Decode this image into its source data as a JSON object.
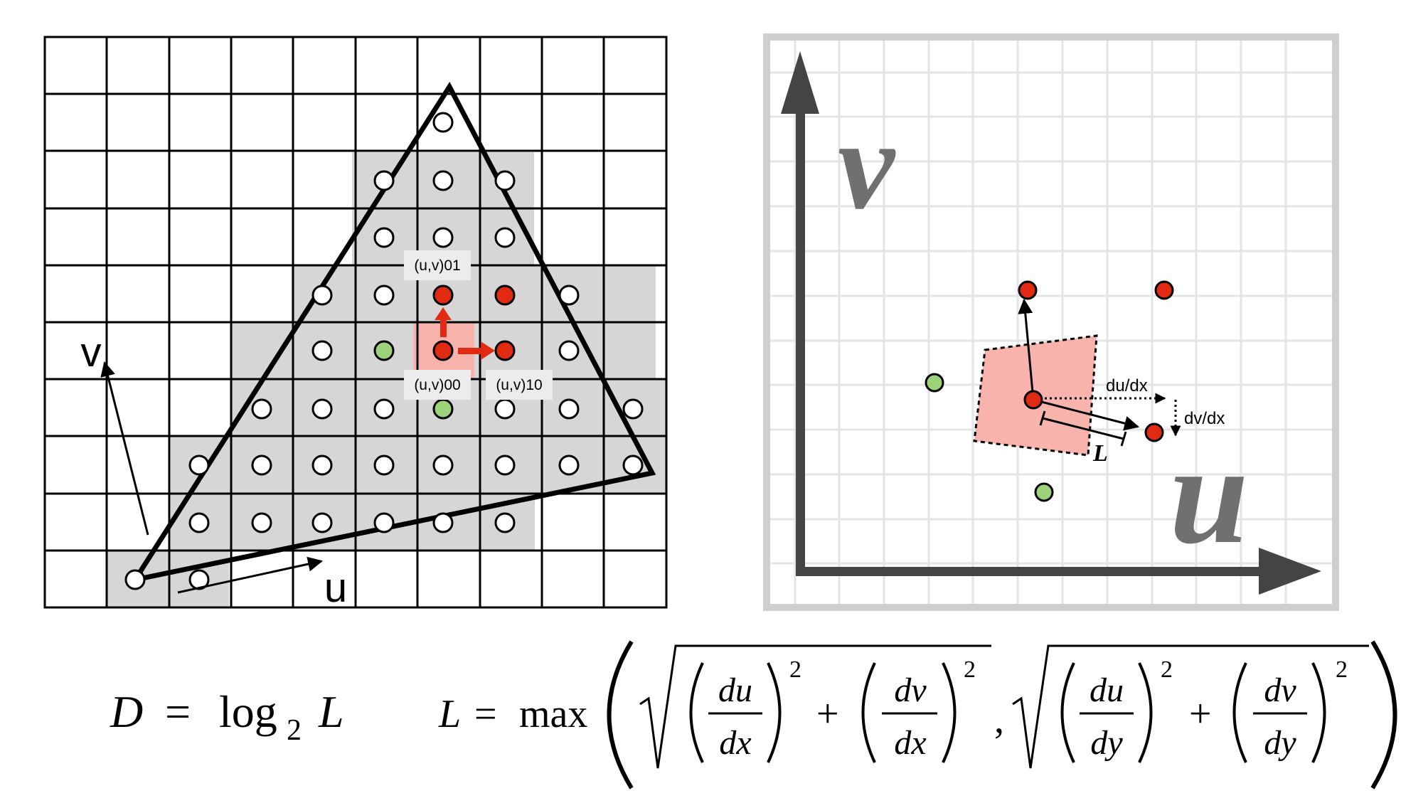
{
  "left_panel": {
    "axis_u": "u",
    "axis_v": "v",
    "label_uv01": "(u,v)01",
    "label_uv00": "(u,v)00",
    "label_uv10": "(u,v)10",
    "colors": {
      "grid": "#000000",
      "covered": "#d6d6d6",
      "highlight": "#f9b3ad",
      "red": "#e12a12",
      "green": "#9bd27a"
    }
  },
  "right_panel": {
    "axis_u": "u",
    "axis_v": "v",
    "du_dx": "du/dx",
    "dv_dx": "dv/dx",
    "length": "L",
    "colors": {
      "frame": "#cfcfcf",
      "grid": "#e4e4e4",
      "axis": "#444444",
      "footprint": "#f9b3ad"
    }
  },
  "formula": {
    "d": "D",
    "eq": "=",
    "log": "log",
    "log_base": "2",
    "log_arg": "L",
    "l": "L",
    "max": "max",
    "du": "du",
    "dv": "dv",
    "dx": "dx",
    "dy": "dy",
    "power": "2",
    "plus": "+",
    "comma": ","
  }
}
